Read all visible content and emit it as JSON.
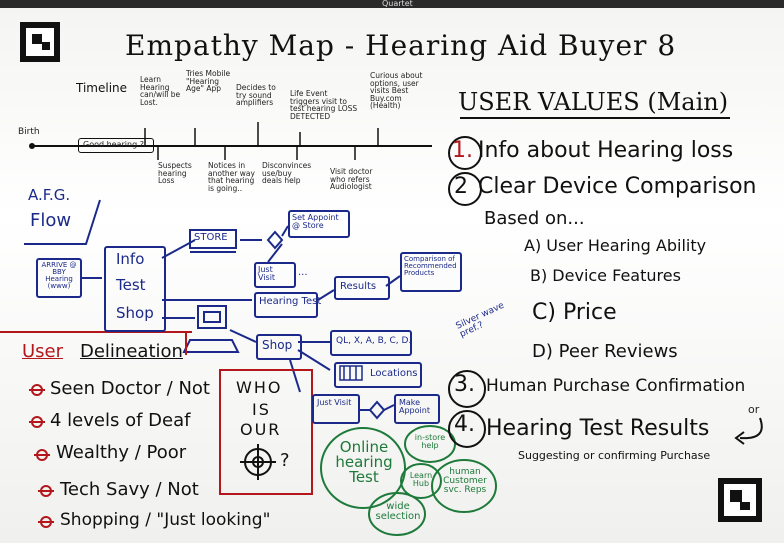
{
  "board": {
    "top_label": "Quartet",
    "title": "Empathy Map - Hearing Aid Buyer 8"
  },
  "timeline": {
    "label": "Timeline",
    "birth": "Birth",
    "good_hearing": "Good hearing ?",
    "above": [
      "Learn Hearing can/will be Lost.",
      "Tries Mobile \"Hearing Age\" App",
      "Decides to try sound amplifiers",
      "Life Event triggers visit to test hearing LOSS DETECTED",
      "Curious about options, user visits Best Buy.com (Health)"
    ],
    "below": [
      "Suspects hearing Loss",
      "Notices in another way that hearing is going..",
      "Disconvinces use/buy deals help",
      "Visit doctor who refers Audiologist"
    ]
  },
  "flow": {
    "afg": "A.F.G.",
    "flow": "Flow",
    "arrive": "ARRIVE @ BBY Hearing (www)",
    "info": "Info",
    "test": "Test",
    "shop": "Shop",
    "store": "STORE",
    "set_appoint": "Set Appoint @ Store",
    "just_visit": "Just Visit",
    "hearing_test": "Hearing Test",
    "results": "Results",
    "comparison": "Comparison of Recommended Products",
    "shop2": "Shop",
    "ql": "QL, X, A, B, C, D.",
    "locations": "Locations",
    "just_visit2": "Just Visit",
    "make_appoint": "Make Appoint",
    "ellipsis": "..."
  },
  "green_cluster": {
    "online_test": "Online hearing Test",
    "in_store": "in-store help",
    "learn_hub": "Learn Hub",
    "human": "human Customer svc. Reps",
    "wide": "wide selection"
  },
  "delineation": {
    "user": "User",
    "title": "Delineation",
    "items": [
      "Seen Doctor / Not",
      "4 levels of Deaf",
      "Wealthy / Poor",
      "Tech Savy / Not",
      "Shopping / \"Just looking\""
    ]
  },
  "who": {
    "line1": "WHO",
    "line2": "IS",
    "line3": "OUR",
    "q": "?"
  },
  "values": {
    "title": "USER VALUES (Main)",
    "item1_num": "1.",
    "item1": "Info about Hearing loss",
    "item2_num": "2",
    "item2": "Clear Device Comparison",
    "based_on": "Based on...",
    "sub": [
      "A) User Hearing Ability",
      "B) Device Features",
      "C) Price",
      "D) Peer Reviews"
    ],
    "silver": "Silver wave pref.?",
    "item3_num": "3.",
    "item3": "Human Purchase Confirmation",
    "or": "or",
    "item4_num": "4.",
    "item4": "Hearing Test Results",
    "item4_sub": "Suggesting or confirming Purchase"
  },
  "colors": {
    "blue_marker": "#1b2a8a",
    "green_marker": "#1e7a3a",
    "red_marker": "#b3161b",
    "black_marker": "#111111"
  }
}
